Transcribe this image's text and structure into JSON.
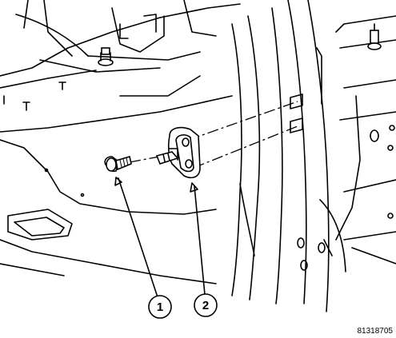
{
  "callouts": [
    {
      "number": "1",
      "part": "bolt"
    },
    {
      "number": "2",
      "part": "striker"
    }
  ],
  "figure_id": "81318705"
}
